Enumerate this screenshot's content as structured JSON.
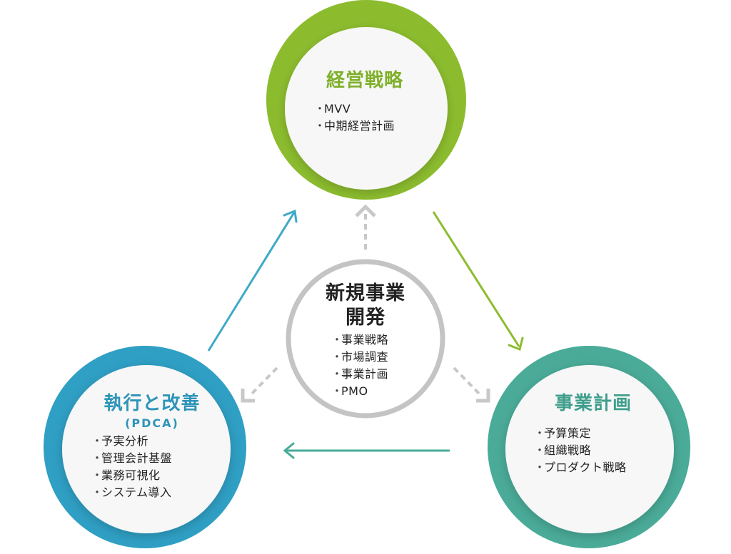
{
  "colors": {
    "green": "#8cbc2e",
    "teal": "#4aab98",
    "blue": "#2f9fc4",
    "gray": "#c4c4c4",
    "text": "#222222"
  },
  "nodes": {
    "strategy": {
      "title": "経営戦略",
      "items": [
        "MVV",
        "中期経営計画"
      ]
    },
    "plan": {
      "title": "事業計画",
      "items": [
        "予算策定",
        "組織戦略",
        "プロダクト戦略"
      ]
    },
    "execution": {
      "title": "執行と改善",
      "subtitle": "(PDCA)",
      "items": [
        "予実分析",
        "管理会計基盤",
        "業務可視化",
        "システム導入"
      ]
    },
    "center": {
      "title_line1": "新規事業",
      "title_line2": "開発",
      "items": [
        "事業戦略",
        "市場調査",
        "事業計画",
        "PMO"
      ]
    }
  },
  "bullet": "・"
}
